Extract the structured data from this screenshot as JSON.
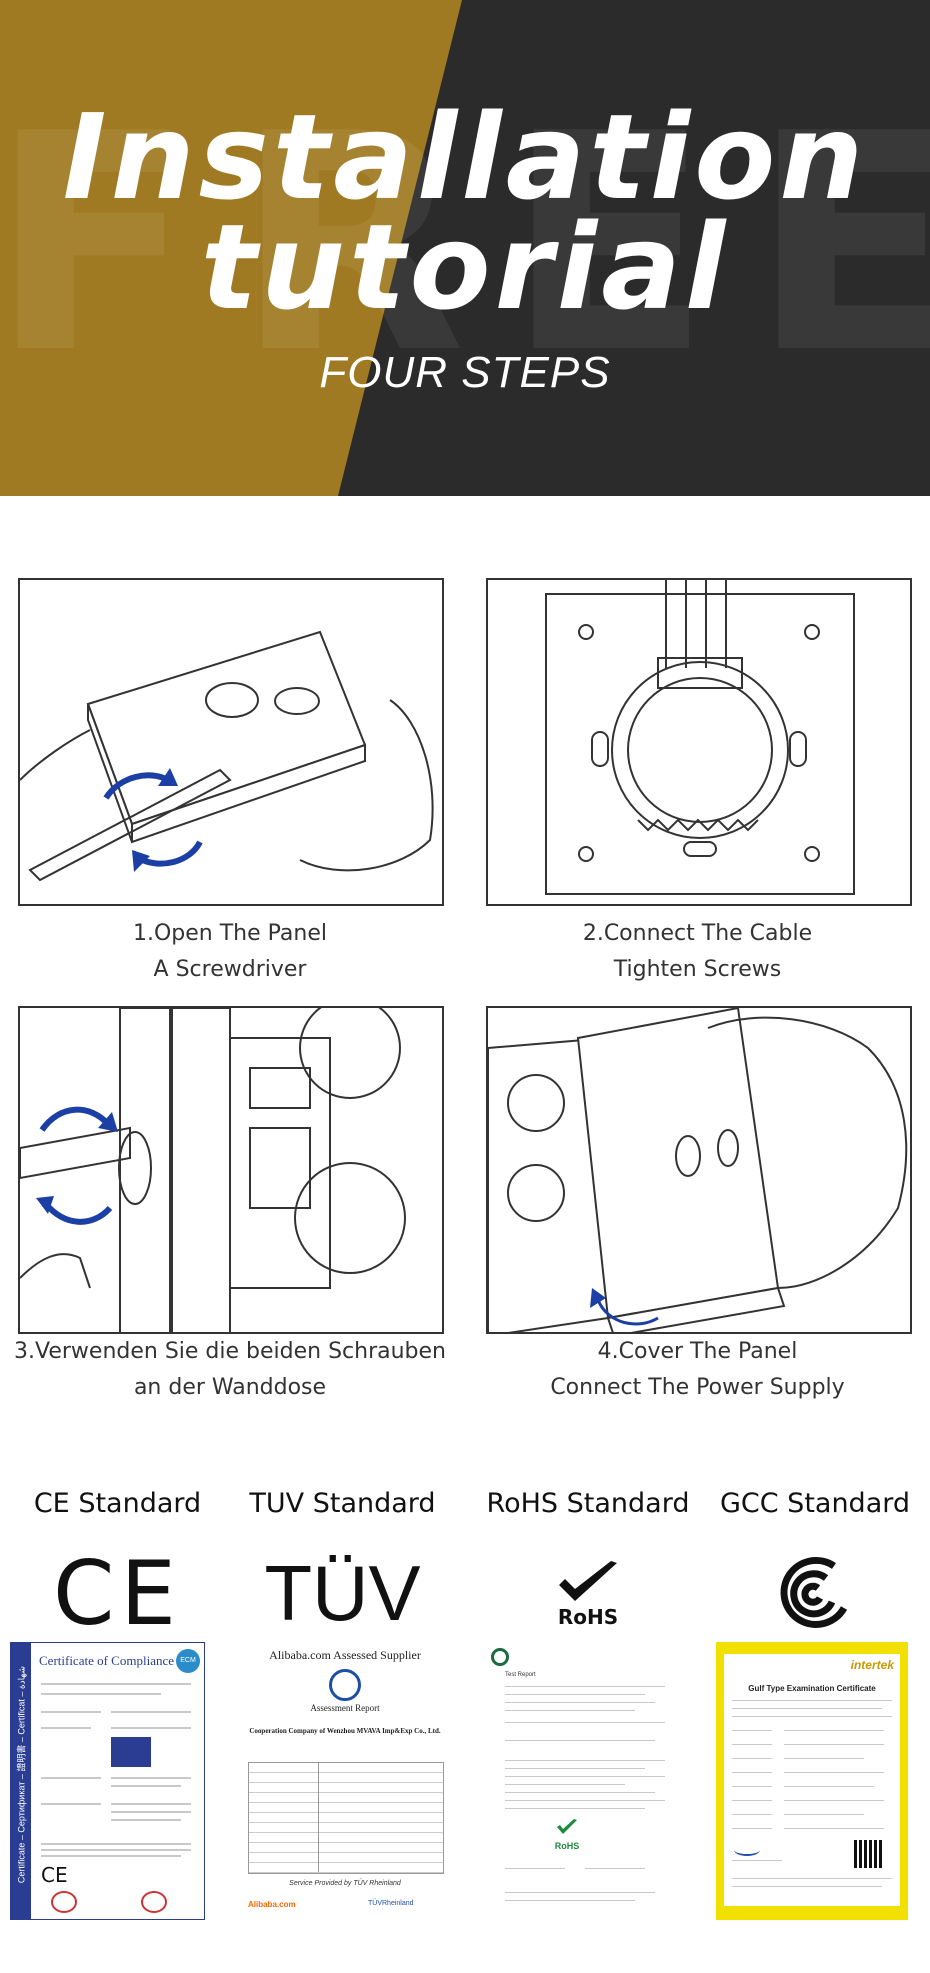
{
  "hero": {
    "line1": "Installation",
    "line2": "tutorial",
    "subtitle": "FOUR STEPS",
    "watermark": "FREE",
    "colors": {
      "gold": "#a07a22",
      "dark": "#2b2b2b"
    }
  },
  "steps": [
    {
      "number": "1",
      "line1": "1.Open The Panel",
      "line2": "A Screwdriver"
    },
    {
      "number": "2",
      "line1": "2.Connect The Cable",
      "line2": "Tighten Screws"
    },
    {
      "number": "3",
      "line1": "3.Verwenden Sie die beiden Schrauben",
      "line2": "an der Wanddose"
    },
    {
      "number": "4",
      "line1": "4.Cover The Panel",
      "line2": "Connect The Power Supply"
    }
  ],
  "standards": [
    {
      "label": "CE Standard",
      "logo_text": "CE",
      "icon": "ce-mark-icon"
    },
    {
      "label": "TUV Standard",
      "logo_text": "TÜV",
      "icon": "tuv-mark-icon"
    },
    {
      "label": "RoHS Standard",
      "logo_text": "RoHS",
      "icon": "rohs-check-icon"
    },
    {
      "label": "GCC Standard",
      "logo_text": "",
      "icon": "gcc-mark-icon"
    }
  ],
  "certificates": {
    "ce": {
      "title": "Certificate of Compliance",
      "side_text": "Certificate – Сертификат – 證明書 – Certificat – ﺷﻬﺎﺩﺓ",
      "badge": "ECM",
      "logo": "CE"
    },
    "alibaba": {
      "title": "Alibaba.com Assessed Supplier",
      "subtitle": "Assessment Report",
      "company": "Cooperation Company of Wenzhou MVAVA Imp&Exp Co., Ltd.",
      "footer": "Service Provided by TÜV Rheinland",
      "footer_logo": "Alibaba.com",
      "footer_logo2": "TÜVRheinland"
    },
    "rohs": {
      "logo": "RoHS",
      "title": "Test Report"
    },
    "gcc": {
      "brand": "intertek",
      "title": "Gulf Type Examination Certificate"
    }
  }
}
